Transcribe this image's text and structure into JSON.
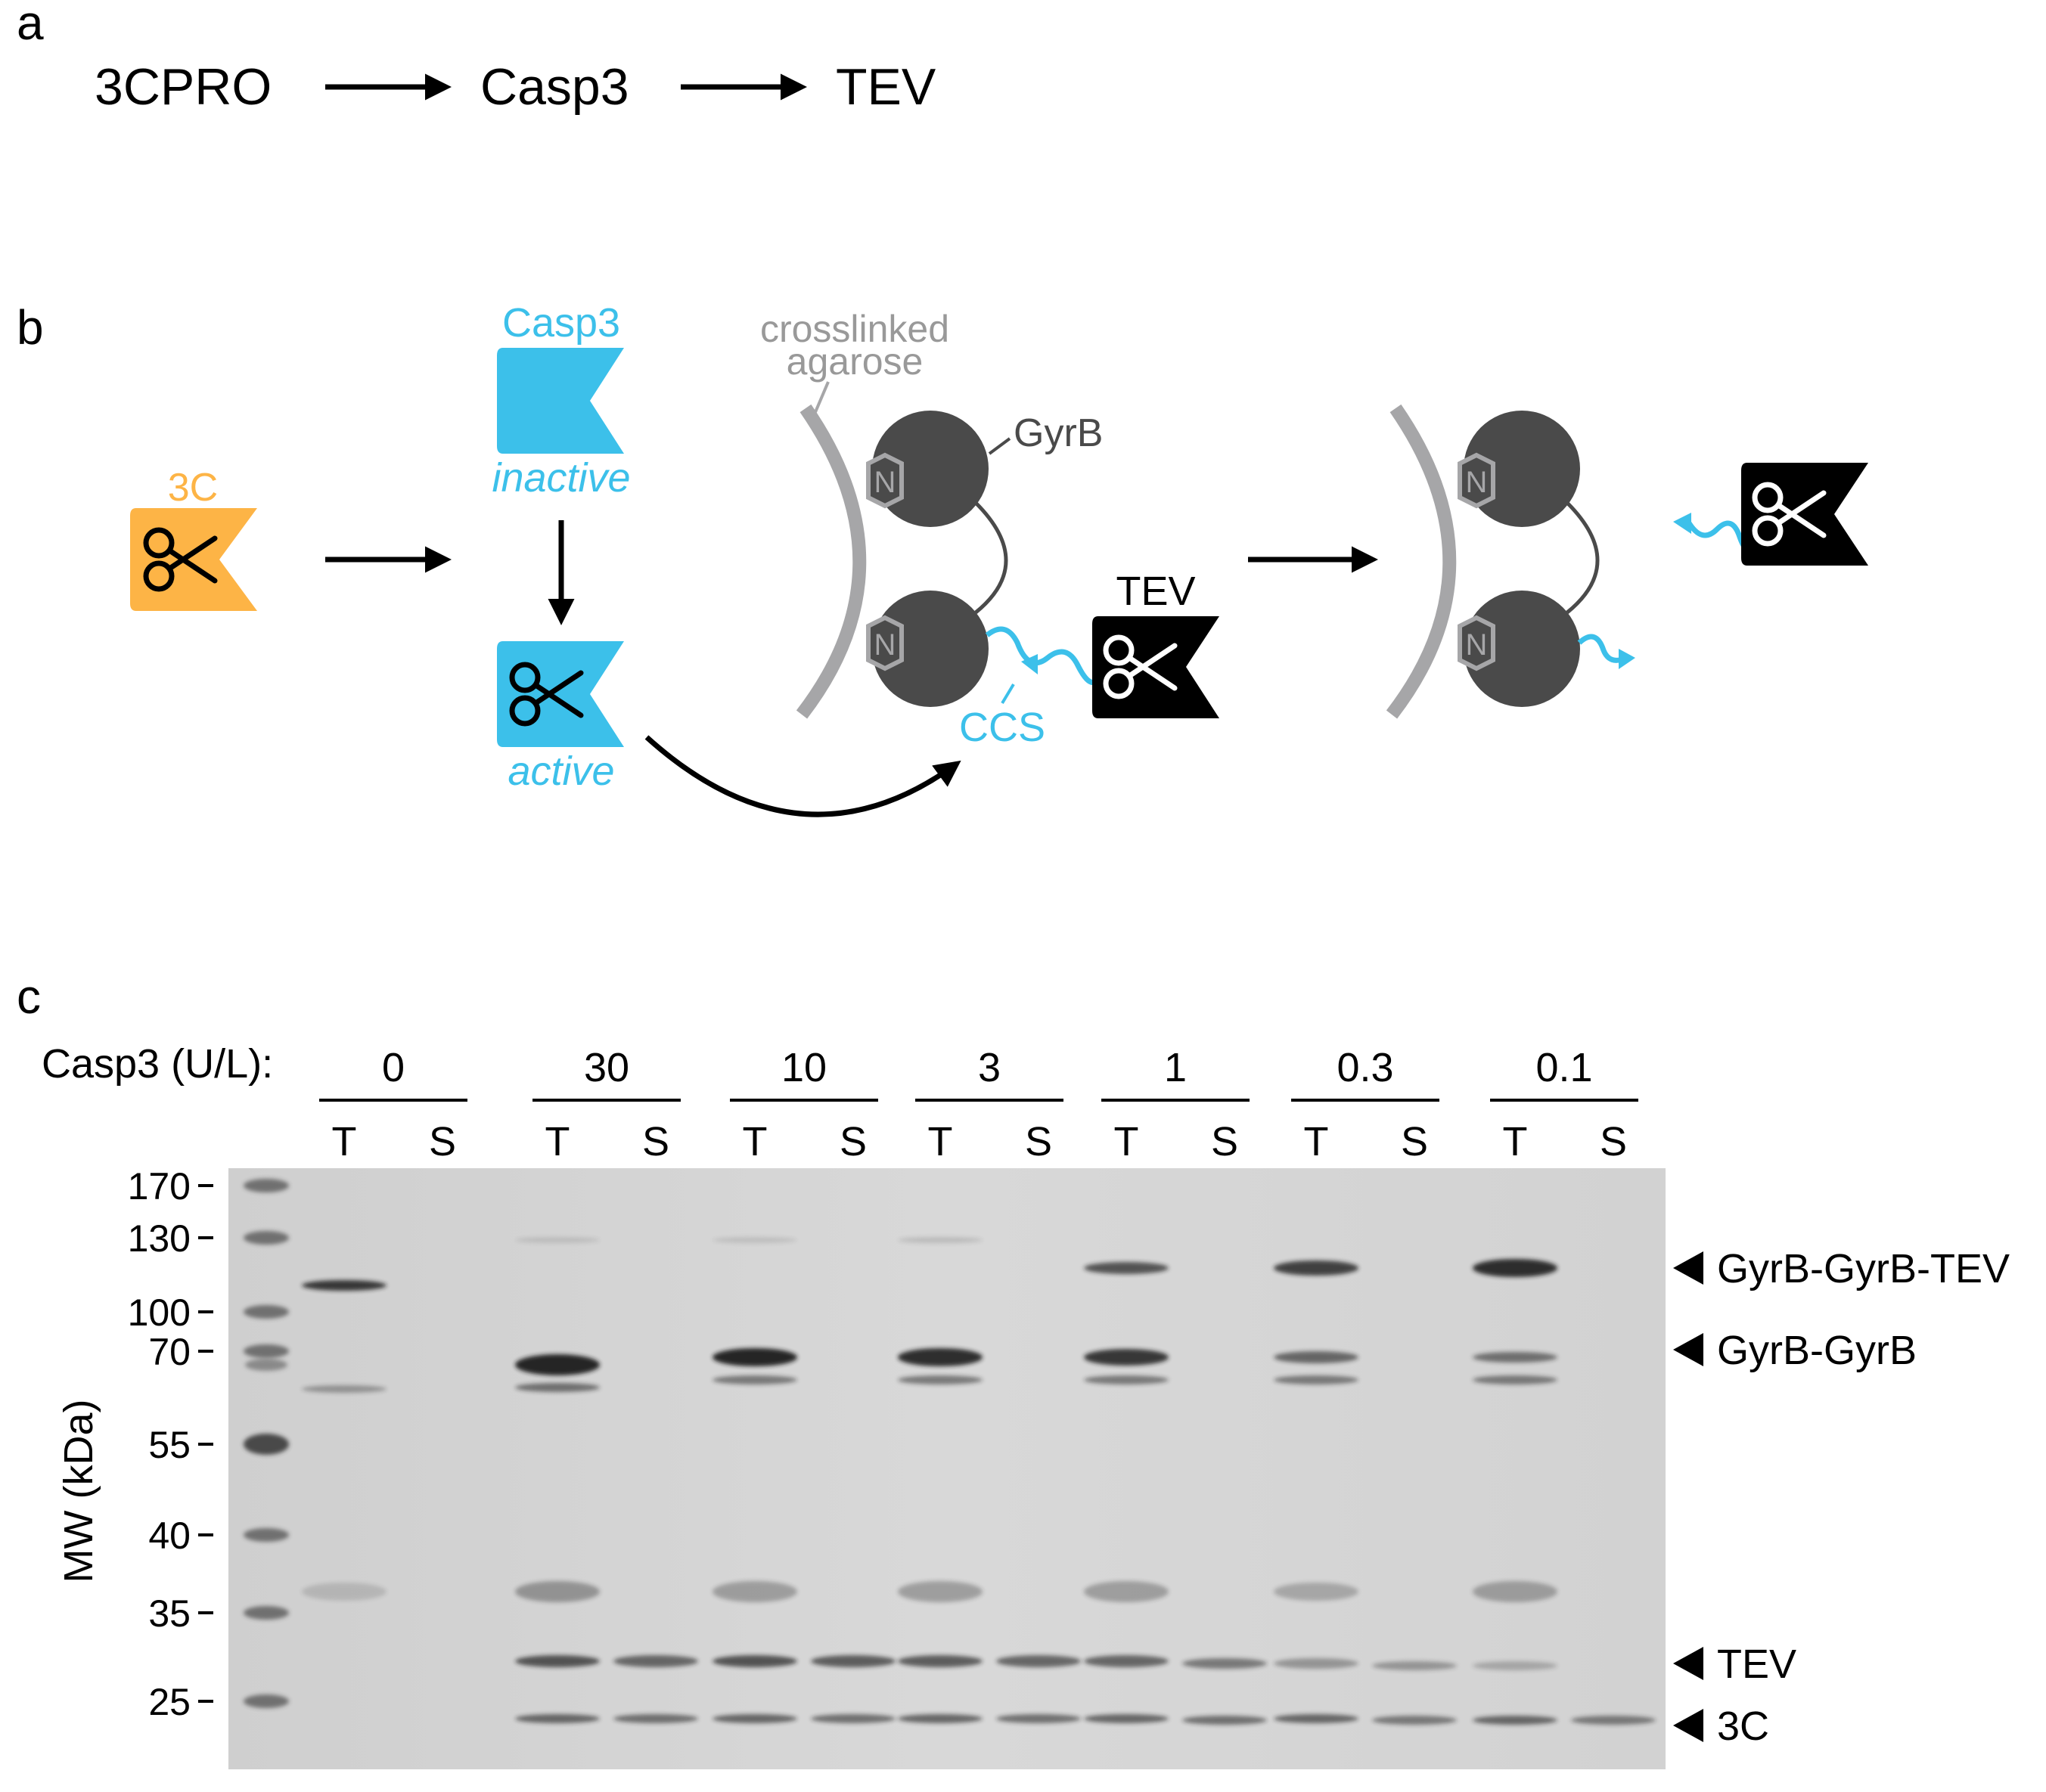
{
  "panel_labels": {
    "a": "a",
    "b": "b",
    "c": "c"
  },
  "panel_a": {
    "steps": [
      "3CPRO",
      "Casp3",
      "TEV"
    ]
  },
  "panel_b": {
    "protease_3c_label": "3C",
    "casp3_label": "Casp3",
    "inactive_label": "inactive",
    "active_label": "active",
    "agarose_label_line1": "crosslinked",
    "agarose_label_line2": "agarose",
    "gyrb_label": "GyrB",
    "n_label": "N",
    "tev_label": "TEV",
    "ccs_label": "CCS",
    "colors": {
      "protease_3c": "#FDB446",
      "casp3": "#3CC0EA",
      "tev": "#000000",
      "gyrb": "#4A4A4A",
      "agarose": "#A6A6A8",
      "agarose_text": "#999999"
    }
  },
  "panel_c": {
    "casp3_header": "Casp3 (U/L):",
    "concentrations": [
      "0",
      "30",
      "10",
      "3",
      "1",
      "0.3",
      "0.1"
    ],
    "lane_labels": [
      "T",
      "S"
    ],
    "y_axis_label": "MW (kDa)",
    "mw_markers": [
      "170",
      "130",
      "100",
      "70",
      "55",
      "40",
      "35",
      "25"
    ],
    "band_labels": [
      "GyrB-GyrB-TEV",
      "GyrB-GyrB",
      "TEV",
      "3C"
    ],
    "gel_color": "#D4D4D4"
  }
}
